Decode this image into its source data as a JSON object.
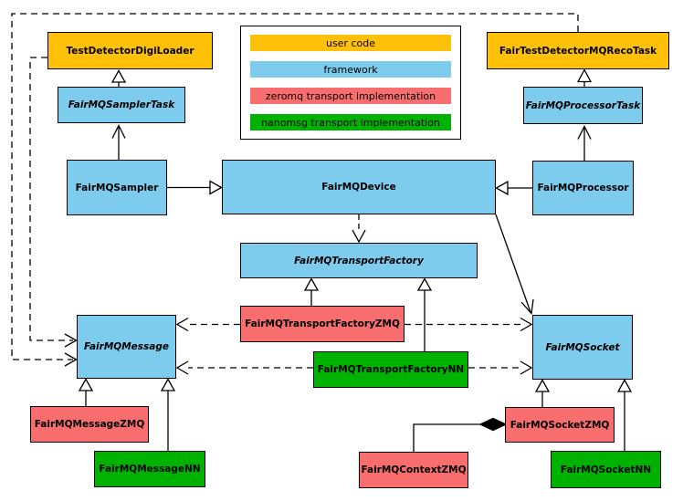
{
  "palette": {
    "user_code": "#FFC107",
    "framework": "#7DCCEE",
    "zeromq": "#F86E6E",
    "nanomsg": "#00B200",
    "line": "#000000",
    "background": "#FFFFFF"
  },
  "legend": {
    "items": [
      {
        "label": "user code",
        "color_key": "user_code"
      },
      {
        "label": "framework",
        "color_key": "framework"
      },
      {
        "label": "zeromq transport implementation",
        "color_key": "zeromq"
      },
      {
        "label": "nanomsg transport implementation",
        "color_key": "nanomsg"
      }
    ]
  },
  "nodes": {
    "test_detector_digi_loader": {
      "label": "TestDetectorDigiLoader",
      "layer": "user code",
      "abstract": false
    },
    "fairmq_sampler_task": {
      "label": "FairMQSamplerTask",
      "layer": "framework",
      "abstract": true
    },
    "fairmq_sampler": {
      "label": "FairMQSampler",
      "layer": "framework",
      "abstract": false
    },
    "fair_test_detector_mq_reco_task": {
      "label": "FairTestDetectorMQRecoTask",
      "layer": "user code",
      "abstract": false
    },
    "fairmq_processor_task": {
      "label": "FairMQProcessorTask",
      "layer": "framework",
      "abstract": true
    },
    "fairmq_processor": {
      "label": "FairMQProcessor",
      "layer": "framework",
      "abstract": false
    },
    "fairmq_device": {
      "label": "FairMQDevice",
      "layer": "framework",
      "abstract": false
    },
    "fairmq_transport_factory": {
      "label": "FairMQTransportFactory",
      "layer": "framework",
      "abstract": true
    },
    "fairmq_transport_factory_zmq": {
      "label": "FairMQTransportFactoryZMQ",
      "layer": "zeromq",
      "abstract": false
    },
    "fairmq_transport_factory_nn": {
      "label": "FairMQTransportFactoryNN",
      "layer": "nanomsg",
      "abstract": false
    },
    "fairmq_message": {
      "label": "FairMQMessage",
      "layer": "framework",
      "abstract": true
    },
    "fairmq_socket": {
      "label": "FairMQSocket",
      "layer": "framework",
      "abstract": true
    },
    "fairmq_message_zmq": {
      "label": "FairMQMessageZMQ",
      "layer": "zeromq",
      "abstract": false
    },
    "fairmq_message_nn": {
      "label": "FairMQMessageNN",
      "layer": "nanomsg",
      "abstract": false
    },
    "fairmq_socket_zmq": {
      "label": "FairMQSocketZMQ",
      "layer": "zeromq",
      "abstract": false
    },
    "fairmq_socket_nn": {
      "label": "FairMQSocketNN",
      "layer": "nanomsg",
      "abstract": false
    },
    "fairmq_context_zmq": {
      "label": "FairMQContextZMQ",
      "layer": "zeromq",
      "abstract": false
    }
  },
  "edges": [
    {
      "from": "FairMQSamplerTask",
      "to": "TestDetectorDigiLoader",
      "line": "solid",
      "head": "hollow-triangle"
    },
    {
      "from": "FairMQProcessorTask",
      "to": "FairTestDetectorMQRecoTask",
      "line": "solid",
      "head": "hollow-triangle"
    },
    {
      "from": "FairMQSampler",
      "to": "FairMQSamplerTask",
      "line": "solid",
      "head": "open-arrow"
    },
    {
      "from": "FairMQProcessor",
      "to": "FairMQProcessorTask",
      "line": "solid",
      "head": "open-arrow"
    },
    {
      "from": "FairMQSampler",
      "to": "FairMQDevice",
      "line": "solid",
      "head": "hollow-triangle"
    },
    {
      "from": "FairMQProcessor",
      "to": "FairMQDevice",
      "line": "solid",
      "head": "hollow-triangle"
    },
    {
      "from": "FairMQDevice",
      "to": "FairMQTransportFactory",
      "line": "dashed",
      "head": "open-arrow"
    },
    {
      "from": "FairMQDevice",
      "to": "FairMQSocket",
      "line": "solid",
      "head": "open-arrow"
    },
    {
      "from": "FairMQTransportFactoryZMQ",
      "to": "FairMQTransportFactory",
      "line": "solid",
      "head": "hollow-triangle"
    },
    {
      "from": "FairMQTransportFactoryNN",
      "to": "FairMQTransportFactory",
      "line": "solid",
      "head": "hollow-triangle"
    },
    {
      "from": "FairMQTransportFactoryZMQ",
      "to": "FairMQMessage",
      "line": "dashed",
      "head": "open-arrow"
    },
    {
      "from": "FairMQTransportFactoryZMQ",
      "to": "FairMQSocket",
      "line": "dashed",
      "head": "open-arrow"
    },
    {
      "from": "FairMQTransportFactoryNN",
      "to": "FairMQMessage",
      "line": "dashed",
      "head": "open-arrow"
    },
    {
      "from": "FairMQTransportFactoryNN",
      "to": "FairMQSocket",
      "line": "dashed",
      "head": "open-arrow"
    },
    {
      "from": "TestDetectorDigiLoader",
      "to": "FairMQMessage",
      "line": "dashed",
      "head": "open-arrow"
    },
    {
      "from": "FairTestDetectorMQRecoTask",
      "to": "FairMQMessage",
      "line": "dashed",
      "head": "open-arrow"
    },
    {
      "from": "FairMQMessageZMQ",
      "to": "FairMQMessage",
      "line": "solid",
      "head": "hollow-triangle"
    },
    {
      "from": "FairMQMessageNN",
      "to": "FairMQMessage",
      "line": "solid",
      "head": "hollow-triangle"
    },
    {
      "from": "FairMQSocketZMQ",
      "to": "FairMQSocket",
      "line": "solid",
      "head": "hollow-triangle"
    },
    {
      "from": "FairMQSocketNN",
      "to": "FairMQSocket",
      "line": "solid",
      "head": "hollow-triangle"
    },
    {
      "from": "FairMQContextZMQ",
      "to": "FairMQSocketZMQ",
      "line": "solid",
      "head": "filled-diamond"
    }
  ]
}
